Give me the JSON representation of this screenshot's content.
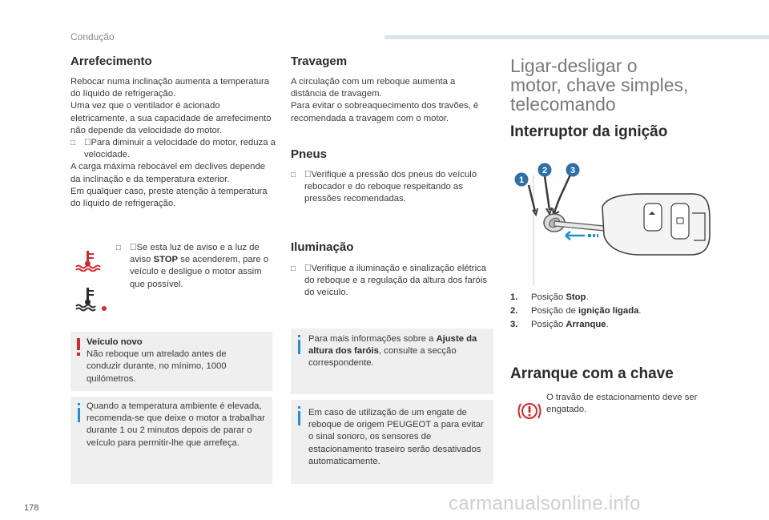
{
  "header": {
    "section": "Condução"
  },
  "col1": {
    "title": "Arrefecimento",
    "p1": "Rebocar numa inclinação aumenta a temperatura do líquido de refrigeração.",
    "p2": "Uma vez que o ventilador é acionado eletricamente, a sua capacidade de arrefecimento não depende da velocidade do motor.",
    "bullet1": "Para diminuir a velocidade do motor, reduza a velocidade.",
    "p3": "A carga máxima rebocável em declives depende da inclinação e da temperatura exterior.",
    "p4": "Em qualquer caso, preste atenção à temperatura do líquido de refrigeração.",
    "bullet2_pre": "Se esta luz de aviso e a luz de aviso ",
    "bullet2_bold": "STOP",
    "bullet2_post": " se acenderem, pare o veículo e desligue o motor assim que possível.",
    "warn_title": "Veículo novo",
    "warn_text": "Não reboque um atrelado antes de conduzir durante, no mínimo, 1000 quilómetros.",
    "info_text": "Quando a temperatura ambiente é elevada, recomenda-se que deixe o motor a trabalhar durante 1 ou 2 minutos depois de parar o veículo para permitir-lhe que arrefeça."
  },
  "col2": {
    "title_brakes": "Travagem",
    "brakes_p1": "A circulação com um reboque aumenta a distância de travagem.",
    "brakes_p2": "Para evitar o sobreaquecimento dos travões, é recomendada a travagem com o motor.",
    "title_tyres": "Pneus",
    "tyres_bullet": "Verifique a pressão dos pneus do veículo rebocador e do reboque respeitando as pressões recomendadas.",
    "title_lights": "Iluminação",
    "lights_bullet": "Verifique a iluminação e sinalização elétrica do reboque e a regulação da altura dos faróis do veículo.",
    "info1_pre": "Para mais informações sobre a ",
    "info1_bold": "Ajuste da altura dos faróis",
    "info1_post": ", consulte a secção correspondente.",
    "info2_text": "Em caso de utilização de um engate de reboque de origem PEUGEOT a para evitar o sinal sonoro, os sensores de estacionamento traseiro serão desativados automaticamente."
  },
  "col3": {
    "big_title_l1": "Ligar-desligar o",
    "big_title_l2": "motor, chave simples,",
    "big_title_l3": "telecomando",
    "title_ignition": "Interruptor da ignição",
    "badge1": "1",
    "badge2": "2",
    "badge3": "3",
    "pos1_num": "1.",
    "pos1_pre": "Posição ",
    "pos1_bold": "Stop",
    "pos2_num": "2.",
    "pos2_pre": "Posição de ",
    "pos2_bold": "ignição ligada",
    "pos3_num": "3.",
    "pos3_pre": "Posição ",
    "pos3_bold": "Arranque",
    "dot": ".",
    "title_start": "Arranque com a chave",
    "start_text": "O travão de estacionamento deve ser engatado."
  },
  "footer": {
    "page": "178",
    "watermark": "carmanualsonline.info"
  },
  "colors": {
    "accent_blue": "#1f8fd6",
    "warning_red": "#d9242c",
    "badge_blue": "#2e6fa8",
    "box_grey": "#efefef"
  }
}
